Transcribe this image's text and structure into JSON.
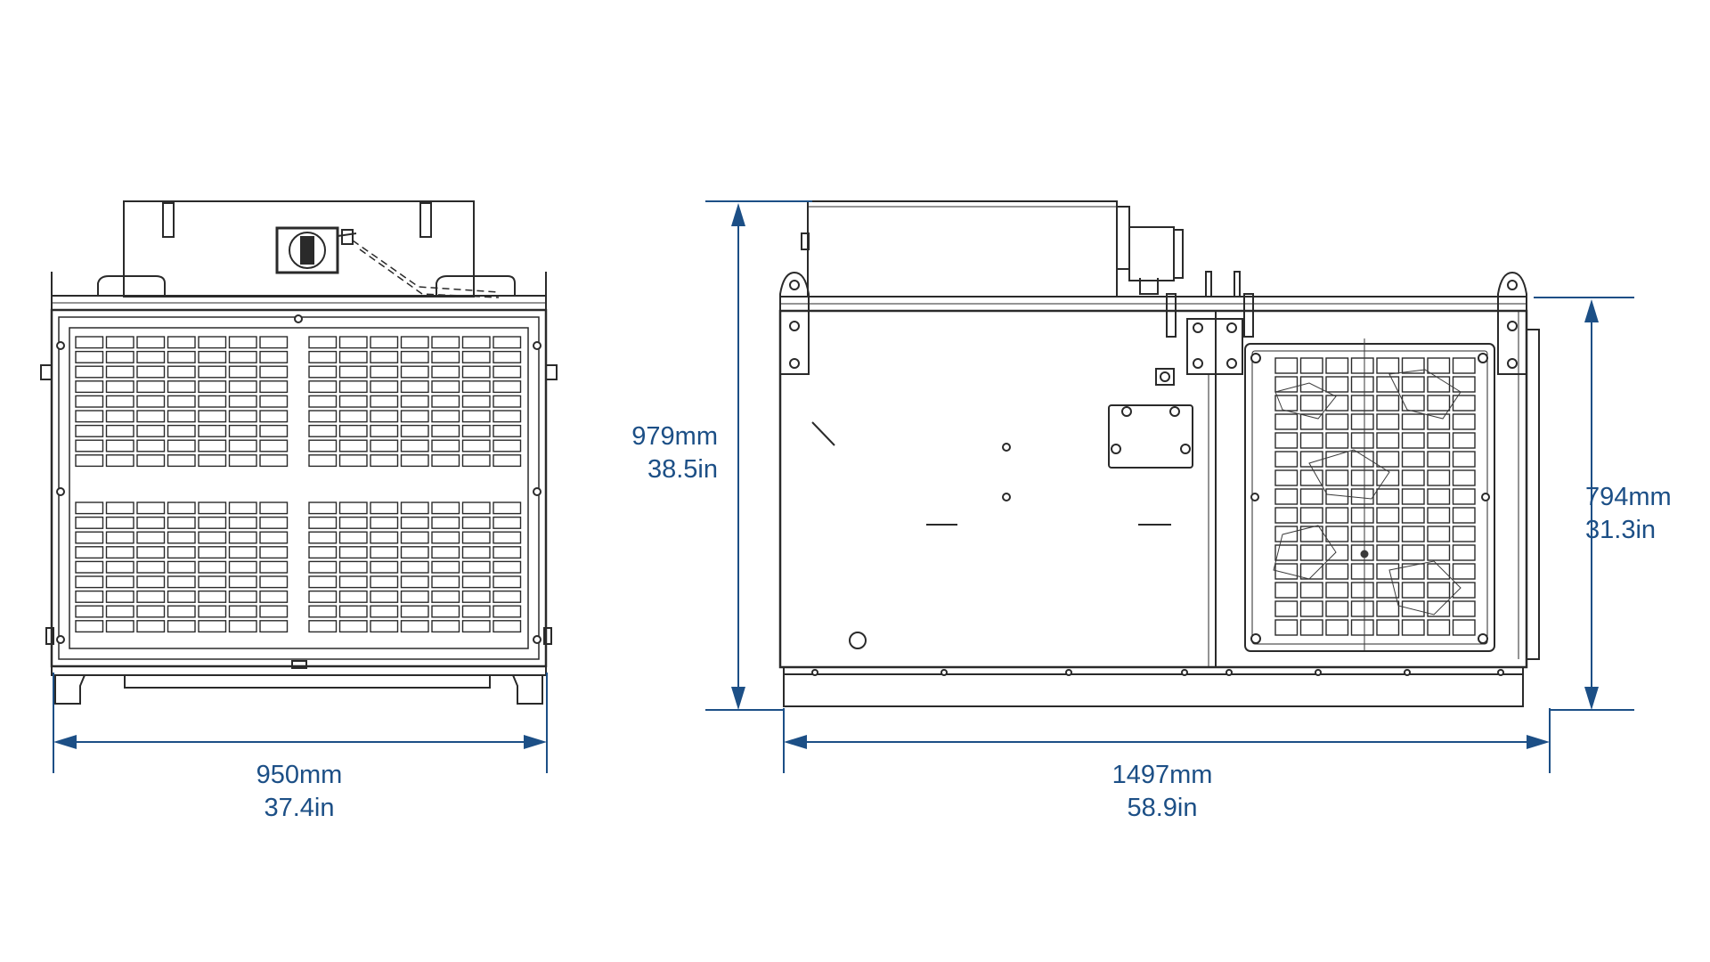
{
  "colors": {
    "dimension": "#1c4f86",
    "drawing": "#2a2a2a",
    "background": "#ffffff"
  },
  "dimensions": {
    "front_width": {
      "mm": "950mm",
      "in": "37.4in"
    },
    "side_width": {
      "mm": "1497mm",
      "in": "58.9in"
    },
    "overall_height": {
      "mm": "979mm",
      "in": "38.5in"
    },
    "frame_height": {
      "mm": "794mm",
      "in": "31.3in"
    }
  }
}
